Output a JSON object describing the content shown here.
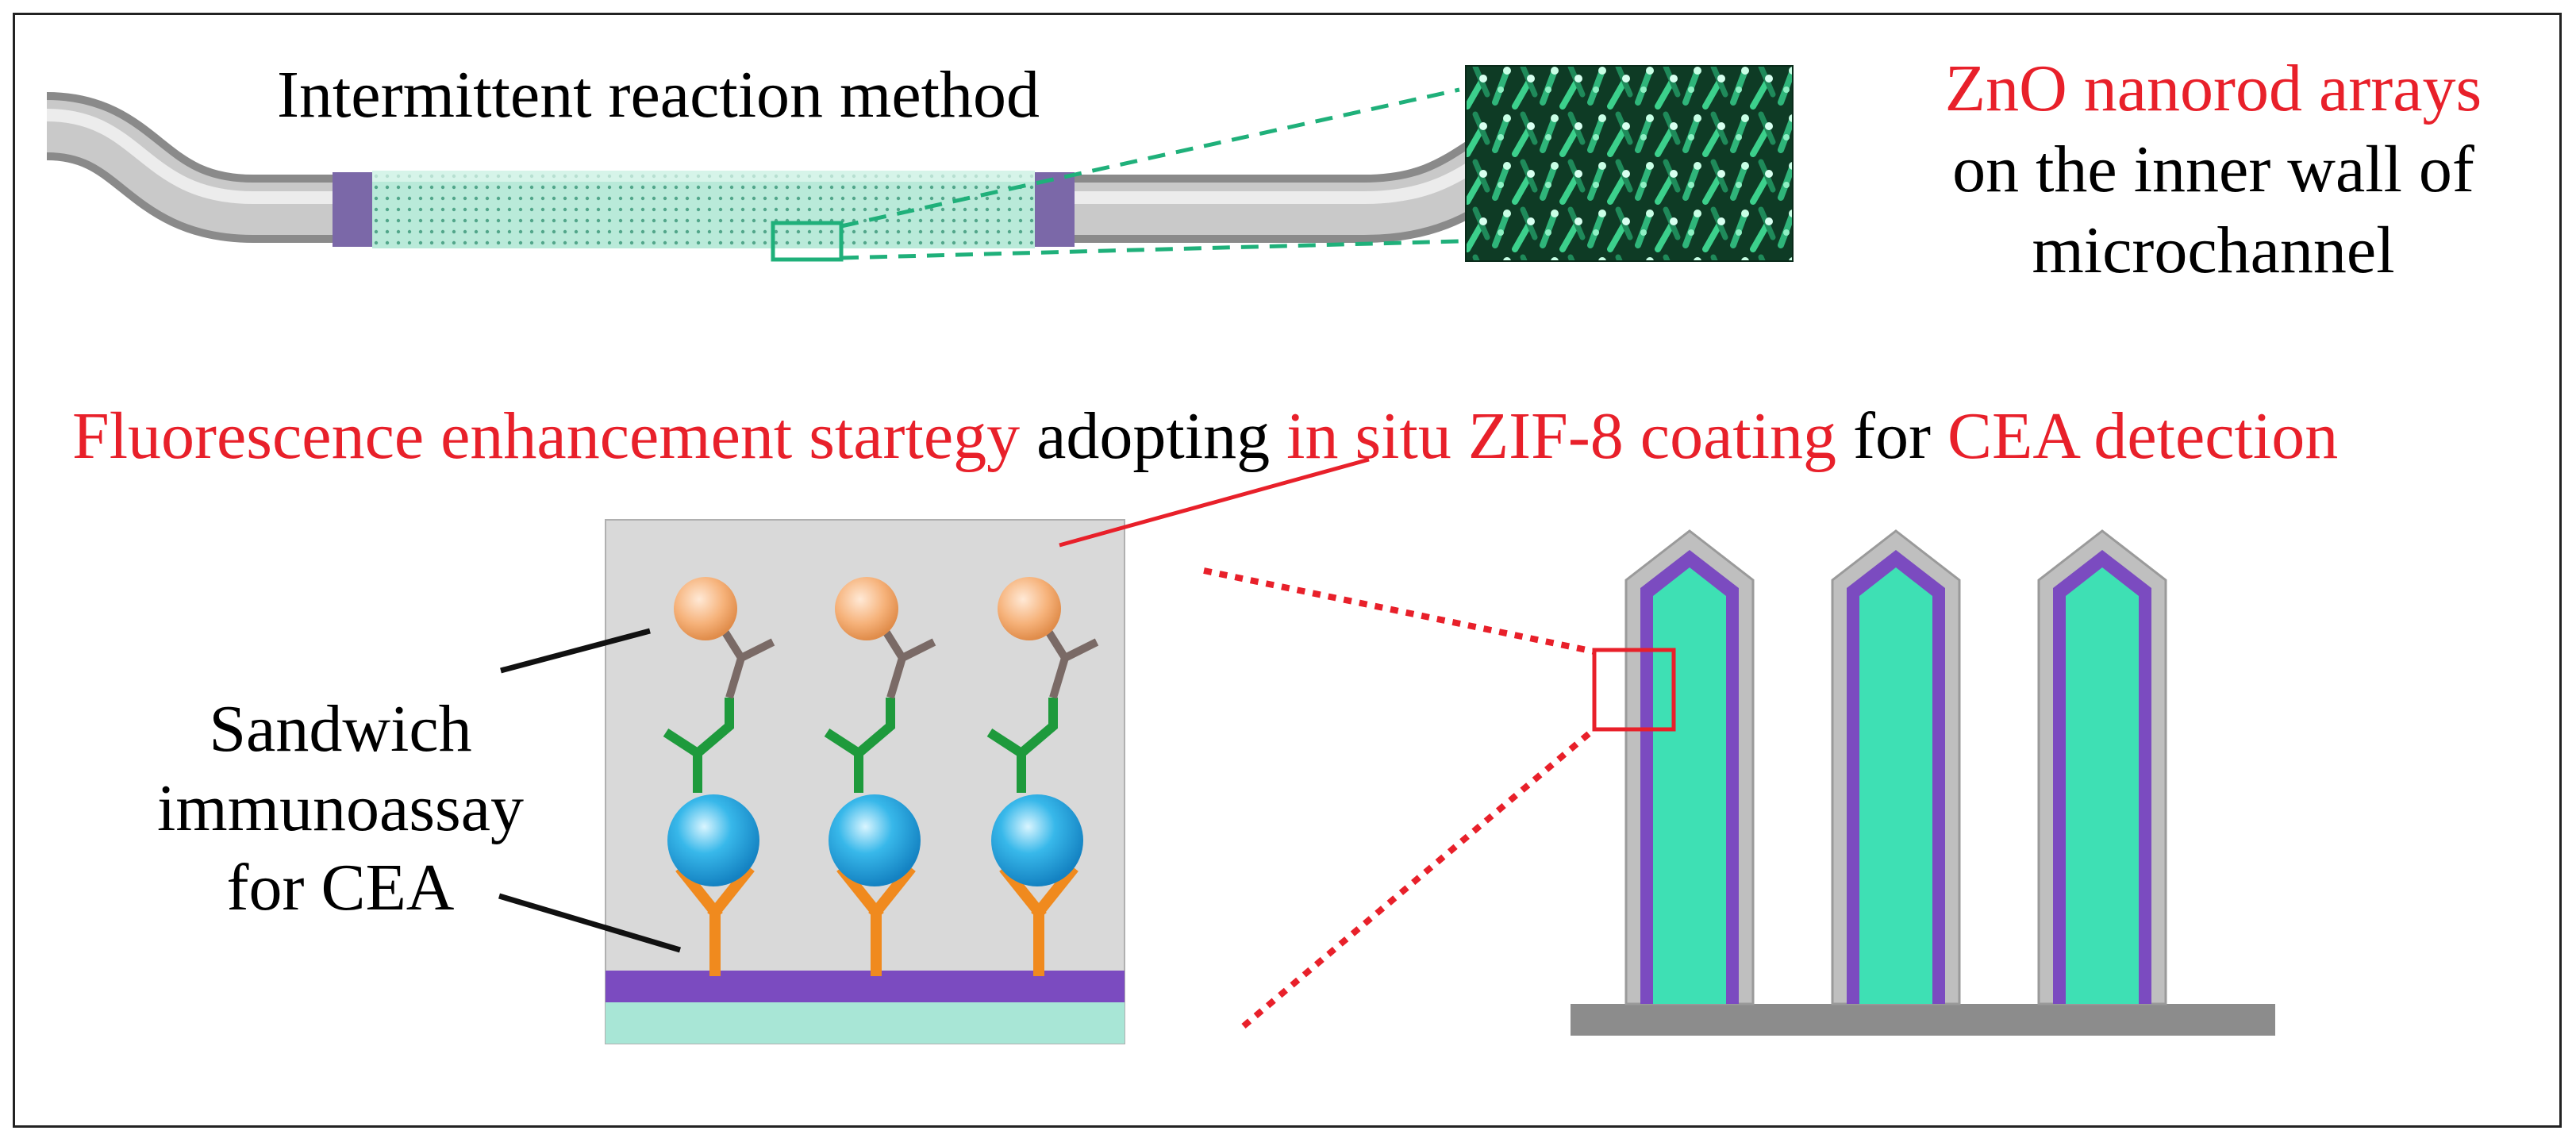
{
  "top": {
    "title": "Intermittent reaction method",
    "zno_red": "ZnO nanorod arrays",
    "zno_line2": "on the inner wall of",
    "zno_line3": "microchannel"
  },
  "strategy": {
    "part1": "Fluorescence enhancement startegy",
    "part2": " adopting ",
    "part3": "in situ ZIF-8 coating",
    "part4": " for ",
    "part5": "CEA detection"
  },
  "sandwich": {
    "line1": "Sandwich",
    "line2": "immunoassay",
    "line3": "for CEA"
  },
  "colors": {
    "red": "#e8202a",
    "teal": "#3ee0b4",
    "purple": "#7b4bc0",
    "orange": "#f08a1e",
    "green": "#1e9a3c",
    "blue": "#26a8e0",
    "peach": "#f5b27a",
    "gray_panel": "#d8d8d8"
  }
}
